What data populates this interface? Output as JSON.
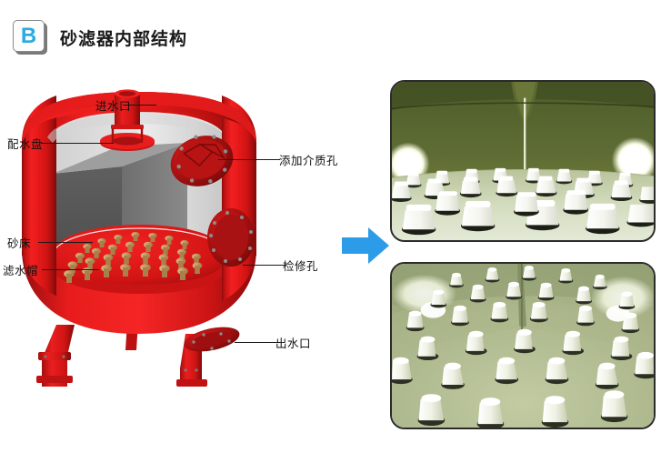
{
  "header": {
    "badge_letter": "B",
    "badge_icon": "letter-b-icon",
    "title": "砂滤器内部结构"
  },
  "diagram": {
    "name": "sand-filter-cutaway-diagram",
    "labels": [
      {
        "id": "inlet",
        "text": "进水口",
        "side": "left"
      },
      {
        "id": "distributor",
        "text": "配水盘",
        "side": "left"
      },
      {
        "id": "sand-bed",
        "text": "砂床",
        "side": "left"
      },
      {
        "id": "filter-cap",
        "text": "滤水帽",
        "side": "left"
      },
      {
        "id": "media-port",
        "text": "添加介质孔",
        "side": "right"
      },
      {
        "id": "manhole",
        "text": "检修孔",
        "side": "right"
      },
      {
        "id": "outlet",
        "text": "出水口",
        "side": "right"
      }
    ]
  },
  "arrow": {
    "name": "right-arrow-icon",
    "color": "#2d9ce8"
  },
  "photos": [
    {
      "id": "photo-top",
      "name": "photo-filter-nozzles-side-view",
      "caption": "",
      "wall_color": "#5d6b33",
      "floor_color": "#d7dfc2",
      "nozzle_color": "#f4f4f0"
    },
    {
      "id": "photo-bottom",
      "name": "photo-filter-nozzles-top-view",
      "caption": "",
      "wall_color": "#9aa678",
      "floor_color": "#b6bf96",
      "nozzle_color": "#eef0e6"
    }
  ],
  "colors": {
    "vessel_red": "#e01b1b",
    "vessel_red_dark": "#8f0d0d",
    "sand_bed_gray": "#585858",
    "interior_light": "#d9d9d9",
    "media_tan": "#c9a063",
    "badge_blue": "#29abe2",
    "arrow_blue": "#2d9ce8",
    "background": "#ffffff"
  }
}
